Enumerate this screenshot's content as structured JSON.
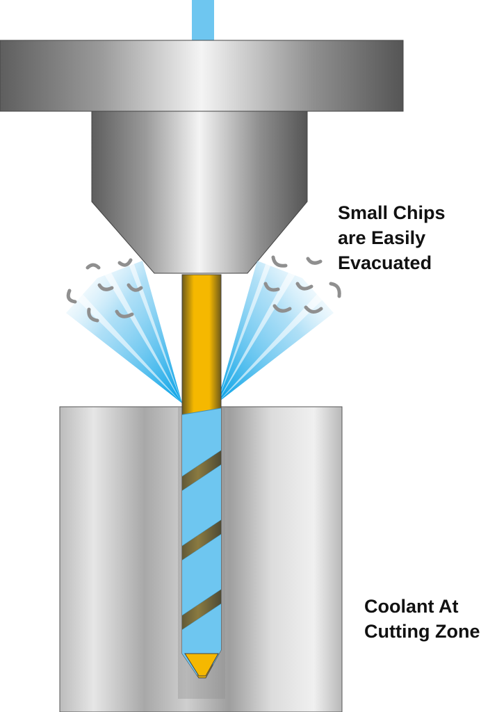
{
  "labels": {
    "chips": [
      "Small Chips",
      "are Easily",
      "Evacuated"
    ],
    "coolant": [
      "Coolant At",
      "Cutting Zone"
    ]
  },
  "colors": {
    "coolant": "#6ec6f0",
    "coolant_spray": "#00a0e6",
    "drill_gold": "#f5b800",
    "spindle_metal": "#b0b0b0",
    "workpiece_metal": "#c8c8c8",
    "chips": "#9a9a9a"
  },
  "icons": {
    "chips": "curled-chip-icon"
  }
}
